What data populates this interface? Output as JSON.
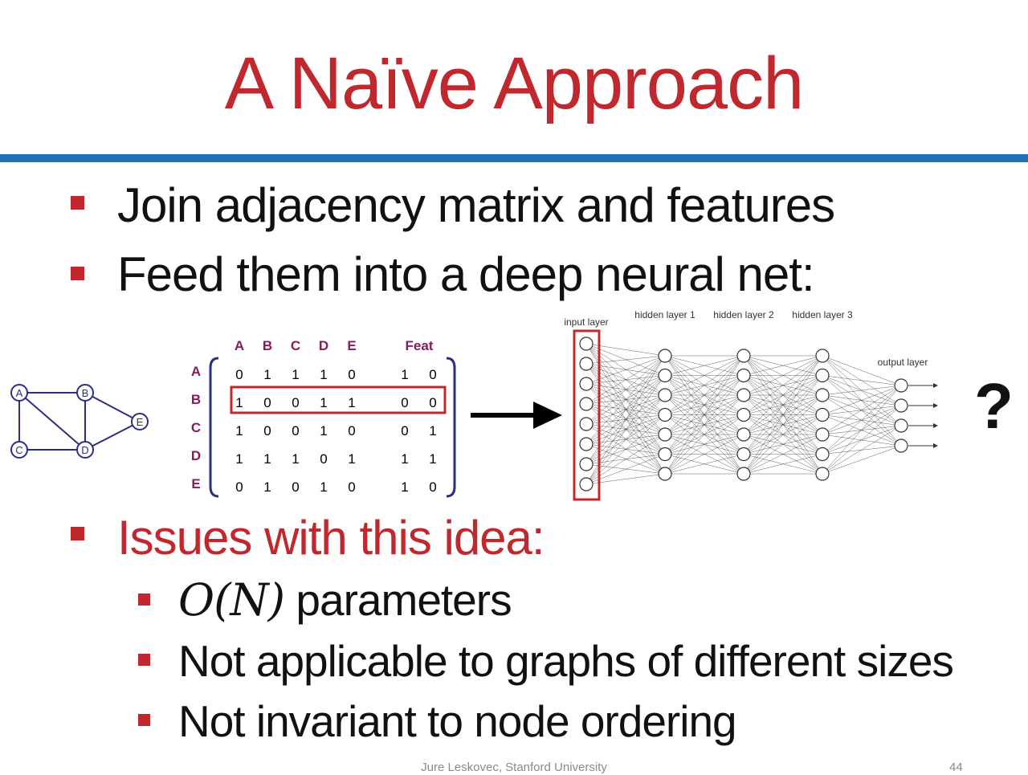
{
  "title": "A Naïve Approach",
  "bullets": [
    "Join adjacency matrix and features",
    "Feed them into a deep neural net:"
  ],
  "issues": {
    "heading": "Issues with this idea:",
    "items": [
      {
        "math": "O(N)",
        "text": " parameters"
      },
      {
        "math": "",
        "text": "Not applicable to graphs of different sizes"
      },
      {
        "math": "",
        "text": "Not invariant to node ordering"
      }
    ]
  },
  "graph": {
    "nodes": [
      "A",
      "B",
      "C",
      "D",
      "E"
    ]
  },
  "matrix": {
    "col_headers": [
      "A",
      "B",
      "C",
      "D",
      "E"
    ],
    "feat_header": "Feat",
    "row_headers": [
      "A",
      "B",
      "C",
      "D",
      "E"
    ],
    "rows": [
      {
        "adj": [
          "0",
          "1",
          "1",
          "1",
          "0"
        ],
        "feat": [
          "1",
          "0"
        ]
      },
      {
        "adj": [
          "1",
          "0",
          "0",
          "1",
          "1"
        ],
        "feat": [
          "0",
          "0"
        ]
      },
      {
        "adj": [
          "1",
          "0",
          "0",
          "1",
          "0"
        ],
        "feat": [
          "0",
          "1"
        ]
      },
      {
        "adj": [
          "1",
          "1",
          "1",
          "0",
          "1"
        ],
        "feat": [
          "1",
          "1"
        ]
      },
      {
        "adj": [
          "0",
          "1",
          "0",
          "1",
          "0"
        ],
        "feat": [
          "1",
          "0"
        ]
      }
    ],
    "highlighted_row": 1
  },
  "network": {
    "layer_labels": [
      "input layer",
      "hidden layer 1",
      "hidden layer 2",
      "hidden layer 3",
      "output layer"
    ],
    "layer_sizes": [
      8,
      7,
      7,
      7,
      4
    ]
  },
  "question_mark": "?",
  "footer": "Jure Leskovec, Stanford University",
  "page_number": "44",
  "colors": {
    "accent_red": "#c0282d",
    "rule_blue": "#1f72b8",
    "graph_navy": "#2b2f82",
    "matrix_purple": "#8b1a5a"
  }
}
